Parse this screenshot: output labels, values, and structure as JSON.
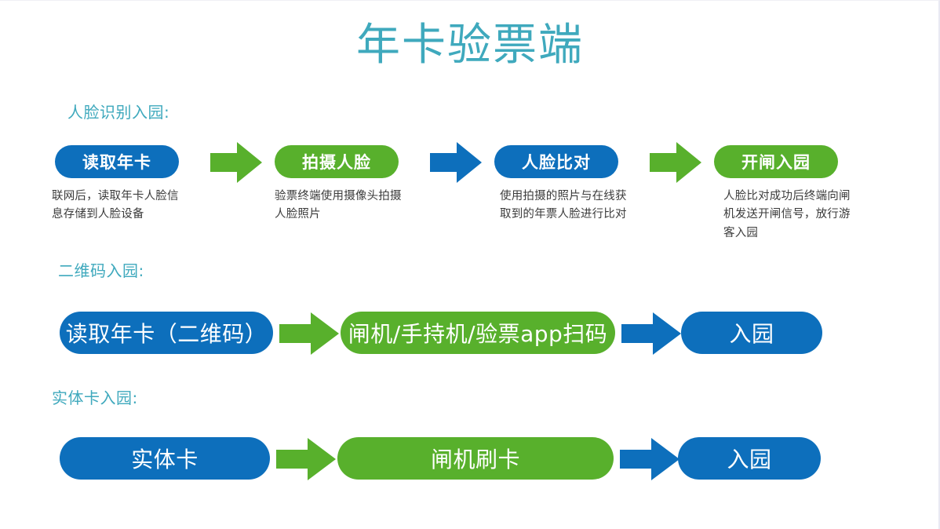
{
  "page": {
    "title": "年卡验票端",
    "title_color": "#3fa9bd",
    "background": "#ffffff",
    "blue": "#0d6fbc",
    "green": "#58b02c"
  },
  "sections": [
    {
      "label": "人脸识别入园:",
      "steps": [
        {
          "name": "读取年卡",
          "color": "blue",
          "caption": "联网后，读取年卡人脸信息存储到人脸设备"
        },
        {
          "name": "拍摄人脸",
          "color": "green",
          "caption": "验票终端使用摄像头拍摄人脸照片"
        },
        {
          "name": "人脸比对",
          "color": "blue",
          "caption": "使用拍摄的照片与在线获取到的年票人脸进行比对"
        },
        {
          "name": "开闸入园",
          "color": "green",
          "caption": "人脸比对成功后终端向闸机发送开闸信号，放行游客入园"
        }
      ],
      "arrows": [
        {
          "color": "green"
        },
        {
          "color": "blue"
        },
        {
          "color": "green"
        }
      ]
    },
    {
      "label": "二维码入园:",
      "steps": [
        {
          "name": "读取年卡（二维码）",
          "color": "blue"
        },
        {
          "name": "闸机/手持机/验票app扫码",
          "color": "green"
        },
        {
          "name": "入园",
          "color": "blue"
        }
      ],
      "arrows": [
        {
          "color": "green"
        },
        {
          "color": "blue"
        }
      ]
    },
    {
      "label": "实体卡入园:",
      "steps": [
        {
          "name": "实体卡",
          "color": "blue"
        },
        {
          "name": "闸机刷卡",
          "color": "green"
        },
        {
          "name": "入园",
          "color": "blue"
        }
      ],
      "arrows": [
        {
          "color": "green"
        },
        {
          "color": "blue"
        }
      ]
    }
  ]
}
